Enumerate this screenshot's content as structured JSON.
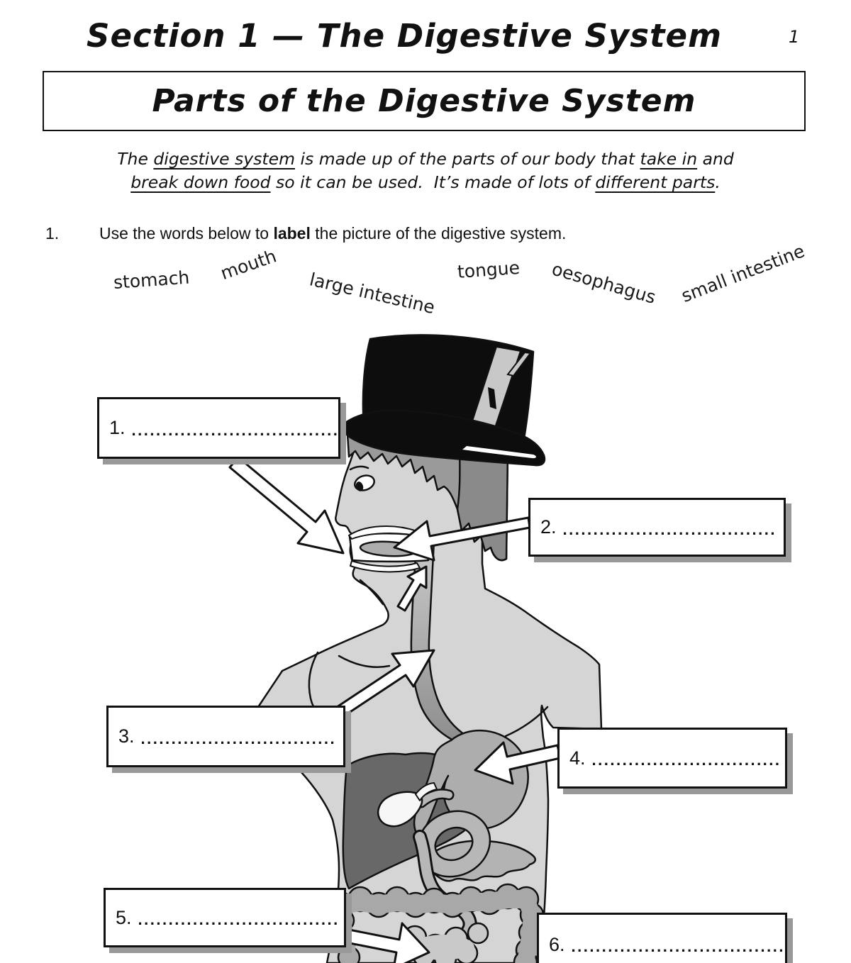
{
  "page": {
    "number": "1"
  },
  "header": {
    "section_title": "Section 1 — The Digestive System",
    "page_heading": "Parts of the Digestive System"
  },
  "intro": {
    "line1": [
      {
        "t": "The "
      },
      {
        "t": "digestive system",
        "u": true
      },
      {
        "t": " is made up of the parts of our body that "
      },
      {
        "t": "take in",
        "u": true
      },
      {
        "t": " and"
      }
    ],
    "line2": [
      {
        "t": "break down food",
        "u": true
      },
      {
        "t": " so it can be used.  It’s made of lots of "
      },
      {
        "t": "different parts",
        "u": true
      },
      {
        "t": "."
      }
    ]
  },
  "question": {
    "number": "1.",
    "segments": [
      {
        "t": "Use the words below to "
      },
      {
        "t": "label",
        "b": true
      },
      {
        "t": " the picture of the digestive system."
      }
    ]
  },
  "word_bank": [
    {
      "label": "stomach"
    },
    {
      "label": "mouth"
    },
    {
      "label": "large intestine"
    },
    {
      "label": "tongue"
    },
    {
      "label": "oesophagus"
    },
    {
      "label": "small intestine"
    }
  ],
  "labels": [
    {
      "num": "1.",
      "dots": ".................................."
    },
    {
      "num": "2.",
      "dots": "..................................."
    },
    {
      "num": "3.",
      "dots": "................................"
    },
    {
      "num": "4.",
      "dots": "..............................."
    },
    {
      "num": "5.",
      "dots": "................................."
    },
    {
      "num": "6.",
      "dots": "......................................"
    }
  ],
  "colors": {
    "ink": "#111111",
    "skin": "#d5d5d5",
    "hair": "#9a9a9a",
    "hair-dark": "#8a8a8a",
    "hat": "#0d0d0d",
    "hat-band": "#c8c8c8",
    "liver": "#686868",
    "stomach": "#adadad",
    "esophagus-light": "#cccccc",
    "esophagus-dark": "#8e8e8e",
    "pancreas": "#b3b3b3",
    "colon": "#a8a8a8",
    "small-intestine": "#c9c9c9",
    "duct": "#b7b7b7",
    "gallbladder": "#f7f7f7",
    "box-shadow": "#999999"
  }
}
